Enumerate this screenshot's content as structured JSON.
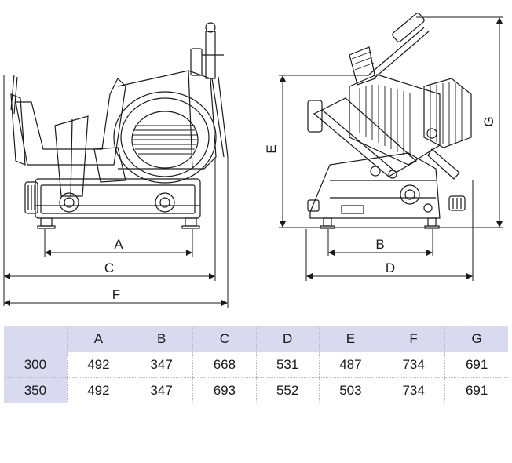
{
  "drawing": {
    "labels": {
      "A": "A",
      "B": "B",
      "C": "C",
      "D": "D",
      "E": "E",
      "F": "F",
      "G": "G"
    }
  },
  "table": {
    "columns": [
      "",
      "A",
      "B",
      "C",
      "D",
      "E",
      "F",
      "G"
    ],
    "rows": [
      {
        "model": "300",
        "values": [
          "492",
          "347",
          "668",
          "531",
          "487",
          "734",
          "691"
        ]
      },
      {
        "model": "350",
        "values": [
          "492",
          "347",
          "693",
          "552",
          "503",
          "734",
          "691"
        ]
      }
    ]
  },
  "colors": {
    "header_bg": "#d9daf0",
    "line": "#1a1a1a"
  }
}
